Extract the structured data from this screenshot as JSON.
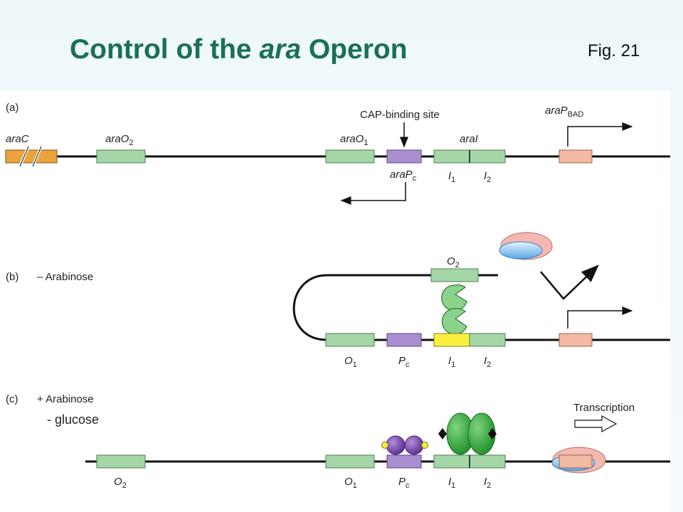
{
  "title": {
    "prefix": "Control of the ",
    "italic": "ara",
    "suffix": " Operon"
  },
  "fig_label": "Fig. 21",
  "colors": {
    "title": "#1a6e5c",
    "green_box": "#a5d6a7",
    "purple_box": "#a98ed0",
    "orange_box": "#eba43a",
    "salmon_box": "#f3b9a2",
    "yellow_box": "#f7ef3c",
    "arac_green": "#4caf50",
    "cap_purple": "#7a50a8"
  },
  "panel_a": {
    "label": "(a)",
    "araC": "araC",
    "araO2": "araO2",
    "araO1": "araO1",
    "cap_site": "CAP-binding site",
    "araI": "araI",
    "araPBAD": "araPBAD",
    "araPc": "araPc",
    "I1": "I1",
    "I2": "I2"
  },
  "panel_b": {
    "label": "(b)",
    "condition": "– Arabinose",
    "O2": "O2",
    "O1": "O1",
    "Pc": "Pc",
    "I1": "I1",
    "I2": "I2"
  },
  "panel_c": {
    "label": "(c)",
    "condition": "+ Arabinose",
    "extra": "- glucose",
    "transcription": "Transcription",
    "O2": "O2",
    "O1": "O1",
    "Pc": "Pc",
    "I1": "I1",
    "I2": "I2"
  }
}
